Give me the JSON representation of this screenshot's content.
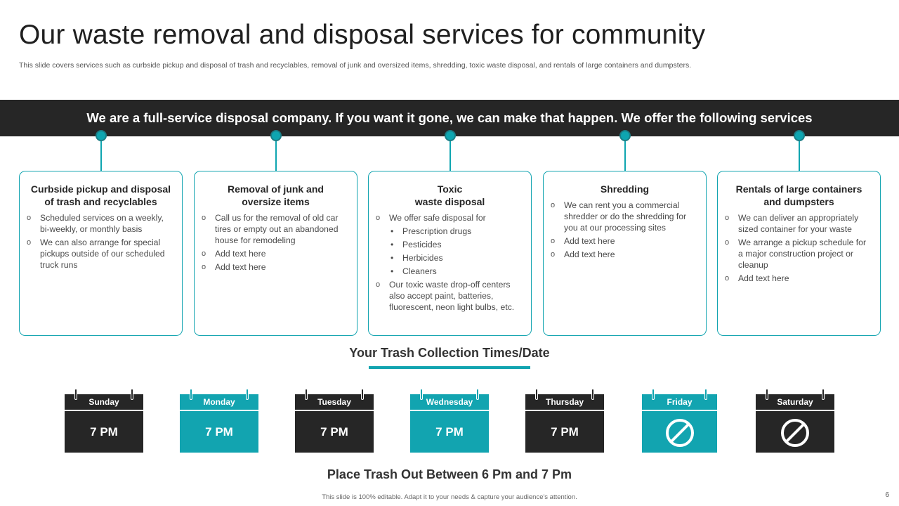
{
  "title": "Our waste removal and disposal services for community",
  "subtitle": "This slide covers services such as curbside pickup and disposal of trash and recyclables, removal of junk and oversized items, shredding, toxic waste disposal, and rentals of large containers and dumpsters.",
  "banner": "We are a full-service disposal company. If you want it gone, we can make that happen. We offer the following services",
  "colors": {
    "accent": "#12a4b0",
    "dark": "#262626"
  },
  "icons": {
    "item_marker": "circle-outline",
    "sub_marker": "bullet",
    "closed_day": "no-entry-icon"
  },
  "services": [
    {
      "title_lines": [
        "Curbside pickup and disposal",
        "of trash and recyclables"
      ],
      "items": [
        {
          "text": "Scheduled services on a weekly, bi-weekly, or monthly basis"
        },
        {
          "text": "We can also arrange for special pickups outside of our scheduled truck runs"
        }
      ]
    },
    {
      "title_lines": [
        "Removal of junk and",
        "oversize items"
      ],
      "items": [
        {
          "text": "Call us for the removal  of old car tires or empty out an abandoned house for remodeling"
        },
        {
          "text": "Add text here"
        },
        {
          "text": "Add text here"
        }
      ]
    },
    {
      "title_lines": [
        "Toxic",
        "waste disposal"
      ],
      "items": [
        {
          "text": "We offer safe disposal for",
          "sub": [
            "Prescription drugs",
            "Pesticides",
            "Herbicides",
            "Cleaners"
          ]
        },
        {
          "text": "Our toxic waste drop-off centers also accept paint, batteries, fluorescent, neon light bulbs, etc."
        }
      ]
    },
    {
      "title_lines": [
        "Shredding"
      ],
      "items": [
        {
          "text": "We can rent you a commercial shredder or do the shredding for you at our processing sites"
        },
        {
          "text": "Add text here"
        },
        {
          "text": "Add text here"
        }
      ]
    },
    {
      "title_lines": [
        "Rentals of large containers",
        "and dumpsters"
      ],
      "items": [
        {
          "text": "We can deliver an appropriately sized container for your waste"
        },
        {
          "text": "We arrange a pickup schedule for a major construction project or cleanup"
        },
        {
          "text": "Add text here"
        }
      ]
    }
  ],
  "collection_title": "Your Trash Collection Times/Date",
  "days": [
    {
      "name": "Sunday",
      "time": "7 PM",
      "style": "dark"
    },
    {
      "name": "Monday",
      "time": "7 PM",
      "style": "teal"
    },
    {
      "name": "Tuesday",
      "time": "7 PM",
      "style": "dark"
    },
    {
      "name": "Wednesday",
      "time": "7 PM",
      "style": "teal"
    },
    {
      "name": "Thursday",
      "time": "7 PM",
      "style": "dark"
    },
    {
      "name": "Friday",
      "time": null,
      "style": "teal"
    },
    {
      "name": "Saturday",
      "time": null,
      "style": "dark"
    }
  ],
  "place_note": "Place Trash Out Between 6 Pm and 7 Pm",
  "footer": "This slide is 100% editable.  Adapt it to your needs & capture your audience's attention.",
  "page_number": "6"
}
